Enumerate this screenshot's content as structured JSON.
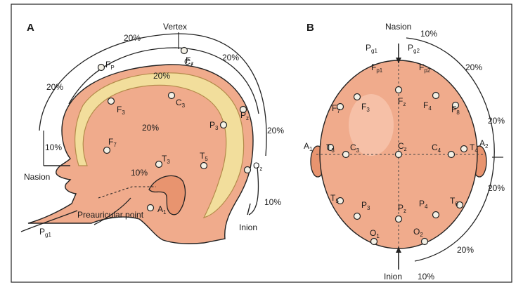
{
  "panel_a": {
    "label": "A",
    "landmarks": {
      "vertex": "Vertex",
      "nasion": "Nasion",
      "inion": "Inion",
      "preauricular": "Preauricular point"
    },
    "percent_labels": [
      "20%",
      "20%",
      "20%",
      "20%",
      "20%",
      "10%",
      "10%",
      "20%",
      "10%"
    ],
    "electrodes": [
      {
        "name": "F",
        "sub": "P"
      },
      {
        "name": "F",
        "sub": "z"
      },
      {
        "name": "C",
        "sub": "z"
      },
      {
        "name": "P",
        "sub": "z"
      },
      {
        "name": "O",
        "sub": "z"
      },
      {
        "name": "F",
        "sub": "3"
      },
      {
        "name": "C",
        "sub": "3"
      },
      {
        "name": "P",
        "sub": "3"
      },
      {
        "name": "F",
        "sub": "7"
      },
      {
        "name": "T",
        "sub": "3"
      },
      {
        "name": "T",
        "sub": "5"
      },
      {
        "name": "A",
        "sub": "1"
      },
      {
        "name": "P",
        "sub": "g1"
      }
    ]
  },
  "panel_b": {
    "label": "B",
    "landmarks": {
      "nasion": "Nasion",
      "inion": "Inion"
    },
    "percent_labels": [
      "10%",
      "20%",
      "20%",
      "20%",
      "20%",
      "10%"
    ],
    "electrodes": [
      {
        "name": "P",
        "sub": "g1"
      },
      {
        "name": "P",
        "sub": "g2"
      },
      {
        "name": "F",
        "sub": "p1"
      },
      {
        "name": "F",
        "sub": "p2"
      },
      {
        "name": "F",
        "sub": "7"
      },
      {
        "name": "F",
        "sub": "3"
      },
      {
        "name": "F",
        "sub": "z"
      },
      {
        "name": "F",
        "sub": "4"
      },
      {
        "name": "F",
        "sub": "8"
      },
      {
        "name": "A",
        "sub": "1"
      },
      {
        "name": "T",
        "sub": "3"
      },
      {
        "name": "C",
        "sub": "3"
      },
      {
        "name": "C",
        "sub": "z"
      },
      {
        "name": "C",
        "sub": "4"
      },
      {
        "name": "T",
        "sub": "4"
      },
      {
        "name": "A",
        "sub": "2"
      },
      {
        "name": "T",
        "sub": "5"
      },
      {
        "name": "P",
        "sub": "3"
      },
      {
        "name": "P",
        "sub": "z"
      },
      {
        "name": "P",
        "sub": "4"
      },
      {
        "name": "T",
        "sub": "6"
      },
      {
        "name": "O",
        "sub": "1"
      },
      {
        "name": "O",
        "sub": "2"
      }
    ]
  },
  "colors": {
    "skin": "#f0ab8c",
    "skin_dark": "#d98c6d",
    "brain_rim": "#f2de9c",
    "outline": "#222222"
  }
}
